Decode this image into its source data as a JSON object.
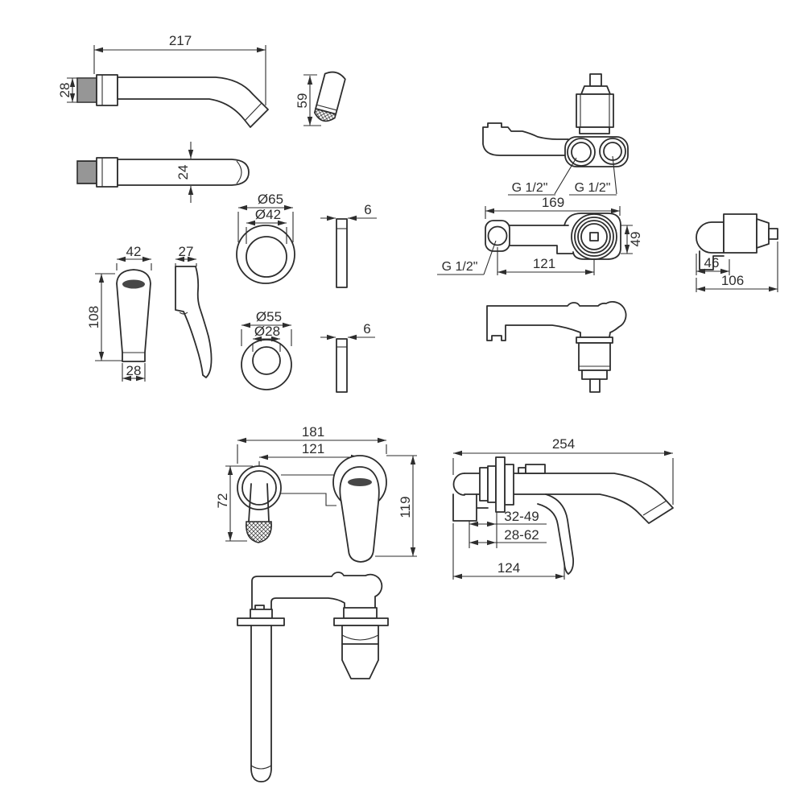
{
  "drawing": {
    "colors": {
      "line": "#2d2d2d",
      "background": "#ffffff"
    },
    "views": {
      "spout_front": {
        "length": "217",
        "connector": "28"
      },
      "spout_section": {
        "height": "59"
      },
      "spout_top": {
        "width": "24"
      },
      "escutcheon_large": {
        "outer": "Ø65",
        "inner": "Ø42"
      },
      "escutcheon_large_edge": {
        "thickness": "6"
      },
      "escutcheon_small": {
        "outer": "Ø55",
        "inner": "Ø28"
      },
      "escutcheon_small_edge": {
        "thickness": "6"
      },
      "handle_front": {
        "top_width": "42",
        "height": "108",
        "bottom_width": "28"
      },
      "handle_side": {
        "depth": "27"
      },
      "body_rear": {
        "inlet_left": "G 1/2\"",
        "inlet_right": "G 1/2\""
      },
      "body_front": {
        "length": "169",
        "port_spacing": "121",
        "height": "49",
        "inlet": "G 1/2\""
      },
      "body_side": {
        "depth": "46",
        "length": "106"
      },
      "assembly_front": {
        "width": "181",
        "centres": "121",
        "spout_drop": "72",
        "handle_drop": "119"
      },
      "assembly_side": {
        "reach": "254",
        "wall_depth_a": "32-49",
        "wall_depth_b": "28-62",
        "below_axis": "124"
      }
    }
  }
}
